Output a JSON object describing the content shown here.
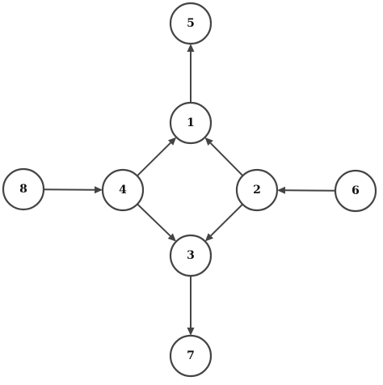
{
  "colors": {
    "stroke": "#444444",
    "node_fill": "#ffffff",
    "label": "#111111",
    "background": "#ffffff"
  },
  "graph": {
    "nodes": [
      {
        "id": "5",
        "label": "5"
      },
      {
        "id": "1",
        "label": "1"
      },
      {
        "id": "8",
        "label": "8"
      },
      {
        "id": "4",
        "label": "4"
      },
      {
        "id": "2",
        "label": "2"
      },
      {
        "id": "6",
        "label": "6"
      },
      {
        "id": "3",
        "label": "3"
      },
      {
        "id": "7",
        "label": "7"
      }
    ],
    "edges": [
      {
        "from": "1",
        "to": "5"
      },
      {
        "from": "4",
        "to": "1"
      },
      {
        "from": "2",
        "to": "1"
      },
      {
        "from": "8",
        "to": "4"
      },
      {
        "from": "6",
        "to": "2"
      },
      {
        "from": "4",
        "to": "3"
      },
      {
        "from": "2",
        "to": "3"
      },
      {
        "from": "3",
        "to": "7"
      }
    ]
  }
}
